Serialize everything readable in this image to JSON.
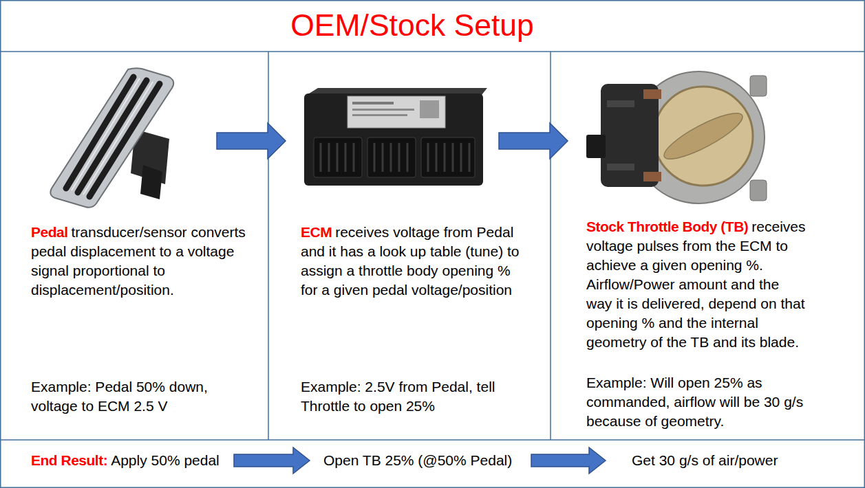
{
  "diagram": {
    "title": "OEM/Stock Setup",
    "nodes": [
      {
        "text": [
          "Pedal",
          "transducer/sensor converts pedal displacement to a voltage signal proportional to displacement/position.",
          "Example: Pedal 50% down, voltage to ECM 2.5 V"
        ]
      },
      {
        "text": [
          "ECM",
          "receives voltage from Pedal and it has a look up table (tune) to assign a throttle body opening % for a given pedal voltage/position",
          "Example: 2.5V from Pedal, tell Throttle to open 25%"
        ]
      },
      {
        "text": [
          "Stock Throttle Body (TB)",
          "receives voltage pulses from the ECM to achieve a given opening %. Airflow/Power amount and the way it is delivered, depend on that opening % and the internal geometry of the TB and its blade.",
          "Example: Will open 25% as commanded, airflow will be 30 g/s because of geometry."
        ]
      },
      {
        "text": [
          "End Result:",
          "Apply 50% pedal"
        ]
      },
      {
        "text": [
          "Open TB 25% (@50% Pedal)"
        ]
      },
      {
        "text": [
          "Get 30 g/s of air/power"
        ]
      }
    ],
    "edges": [
      {
        "from": 0,
        "to": 1,
        "arrow": "to"
      },
      {
        "from": 1,
        "to": 2,
        "arrow": "to"
      },
      {
        "from": 3,
        "to": 4,
        "arrow": "to"
      },
      {
        "from": 4,
        "to": 5,
        "arrow": "to"
      }
    ]
  }
}
